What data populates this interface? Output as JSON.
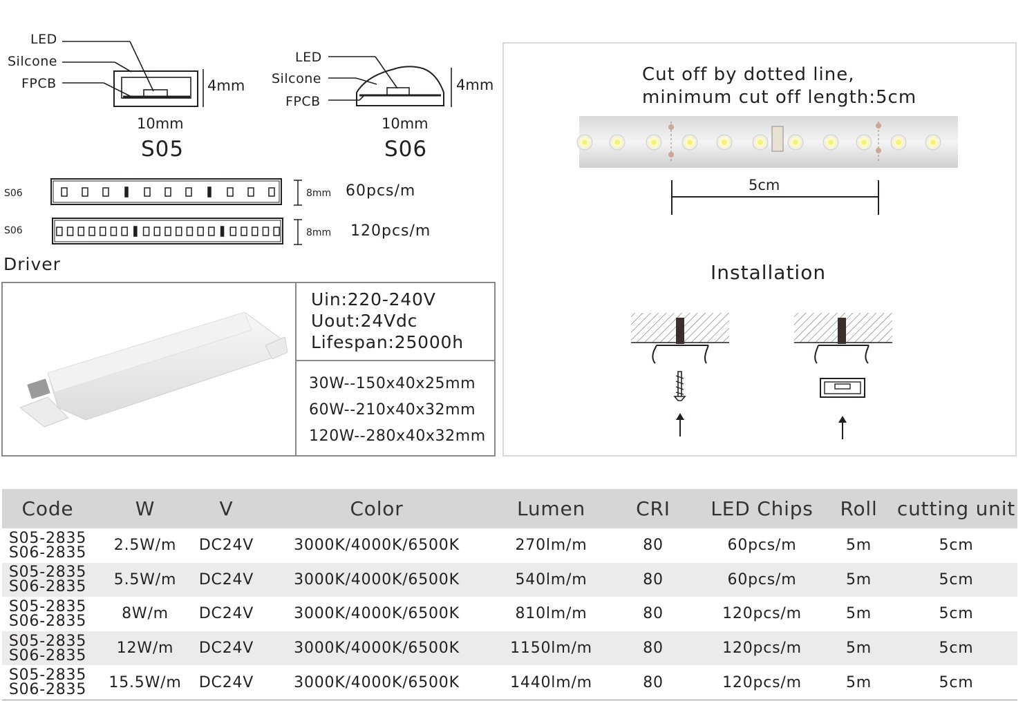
{
  "profiles": {
    "s05": {
      "led": "LED",
      "silicone": "Silcone",
      "fpcb": "FPCB",
      "height": "4mm",
      "width": "10mm",
      "name": "S05"
    },
    "s06": {
      "led": "LED",
      "silicone": "Silcone",
      "fpcb": "FPCB",
      "height": "4mm",
      "width": "10mm",
      "name": "S06"
    }
  },
  "strips": [
    {
      "label": "S06",
      "width": "8mm",
      "density": "60pcs/m"
    },
    {
      "label": "S06",
      "width": "8mm",
      "density": "120pcs/m"
    }
  ],
  "driver": {
    "title": "Driver",
    "uin": "Uin:220-240V",
    "uout": "Uout:24Vdc",
    "lifespan": "Lifespan:25000h",
    "sizes": [
      "30W--150x40x25mm",
      "60W--210x40x32mm",
      "120W--280x40x32mm"
    ]
  },
  "cut": {
    "line1": "Cut off by dotted line,",
    "line2": "minimum cut off length:5cm",
    "length": "5cm"
  },
  "installation": {
    "title": "Installation"
  },
  "table": {
    "headers": [
      "Code",
      "W",
      "V",
      "Color",
      "Lumen",
      "CRI",
      "LED Chips",
      "Roll",
      "cutting unit"
    ],
    "rows": [
      {
        "code1": "S05-2835",
        "code2": "S06-2835",
        "w": "2.5W/m",
        "v": "DC24V",
        "color": "3000K/4000K/6500K",
        "lumen": "270lm/m",
        "cri": "80",
        "chips": "60pcs/m",
        "roll": "5m",
        "cut": "5cm"
      },
      {
        "code1": "S05-2835",
        "code2": "S06-2835",
        "w": "5.5W/m",
        "v": "DC24V",
        "color": "3000K/4000K/6500K",
        "lumen": "540lm/m",
        "cri": "80",
        "chips": "60pcs/m",
        "roll": "5m",
        "cut": "5cm"
      },
      {
        "code1": "S05-2835",
        "code2": "S06-2835",
        "w": "8W/m",
        "v": "DC24V",
        "color": "3000K/4000K/6500K",
        "lumen": "810lm/m",
        "cri": "80",
        "chips": "120pcs/m",
        "roll": "5m",
        "cut": "5cm"
      },
      {
        "code1": "S05-2835",
        "code2": "S06-2835",
        "w": "12W/m",
        "v": "DC24V",
        "color": "3000K/4000K/6500K",
        "lumen": "1150lm/m",
        "cri": "80",
        "chips": "120pcs/m",
        "roll": "5m",
        "cut": "5cm"
      },
      {
        "code1": "S05-2835",
        "code2": "S06-2835",
        "w": "15.5W/m",
        "v": "DC24V",
        "color": "3000K/4000K/6500K",
        "lumen": "1440lm/m",
        "cri": "80",
        "chips": "120pcs/m",
        "roll": "5m",
        "cut": "5cm"
      }
    ]
  }
}
